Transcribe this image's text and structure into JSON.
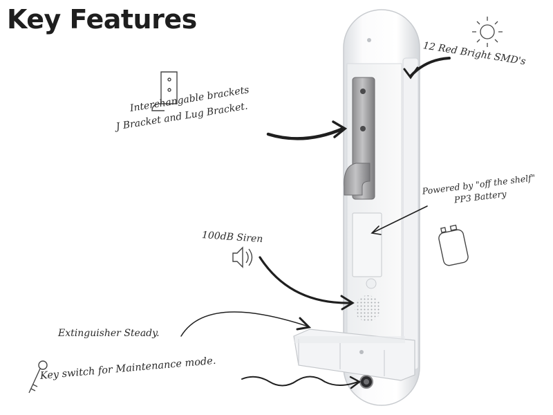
{
  "title": "Key Features",
  "annotations": {
    "smd": "12 Red Bright SMD's",
    "brackets_line1": "Interchangable brackets",
    "brackets_line2": "J Bracket and Lug Bracket.",
    "battery_line1": "Powered by \"off the shelf\"",
    "battery_line2": "PP3 Battery",
    "siren": "100dB Siren",
    "extinguisher": "Extinguisher Steady.",
    "key_switch": "Key switch for Maintenance mode."
  },
  "icons": [
    "sun-icon",
    "j-bracket-icon",
    "speaker-icon",
    "battery-icon",
    "key-icon"
  ]
}
